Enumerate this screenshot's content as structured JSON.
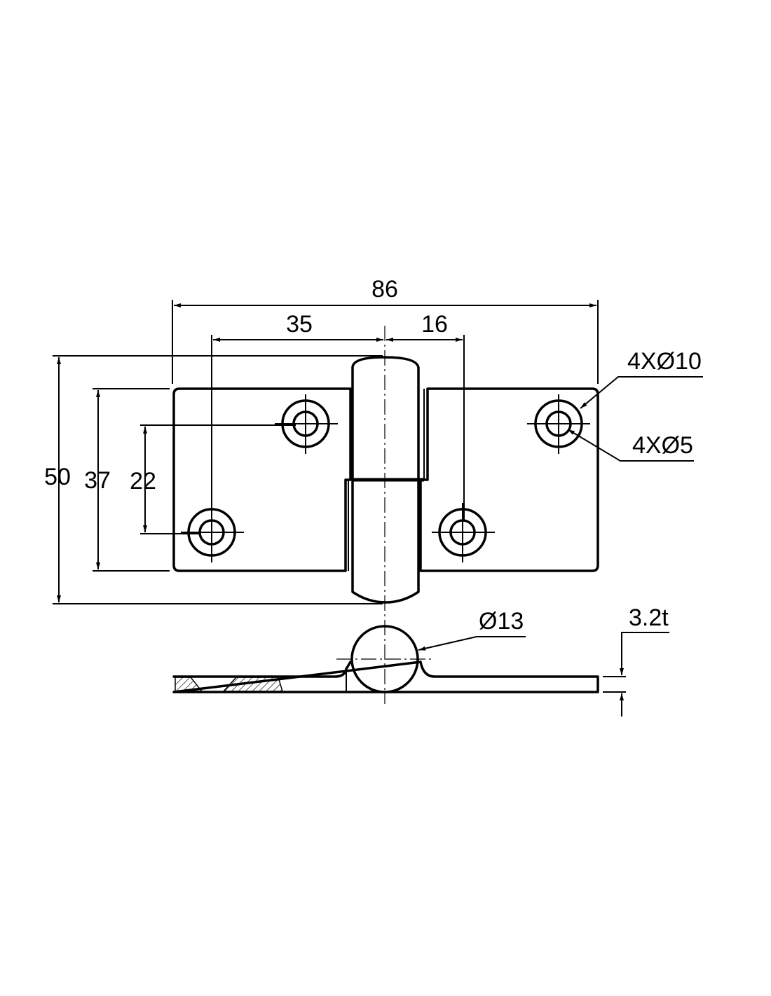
{
  "drawing": {
    "dimensions": {
      "overall_width": "86",
      "left_hole_to_axis": "35",
      "axis_to_right_hole": "16",
      "overall_height": "50",
      "plate_height": "37",
      "hole_spacing": "22",
      "counterbore_callout": "4XØ10",
      "hole_callout": "4XØ5",
      "knuckle_diameter": "Ø13",
      "thickness": "3.2t"
    }
  }
}
